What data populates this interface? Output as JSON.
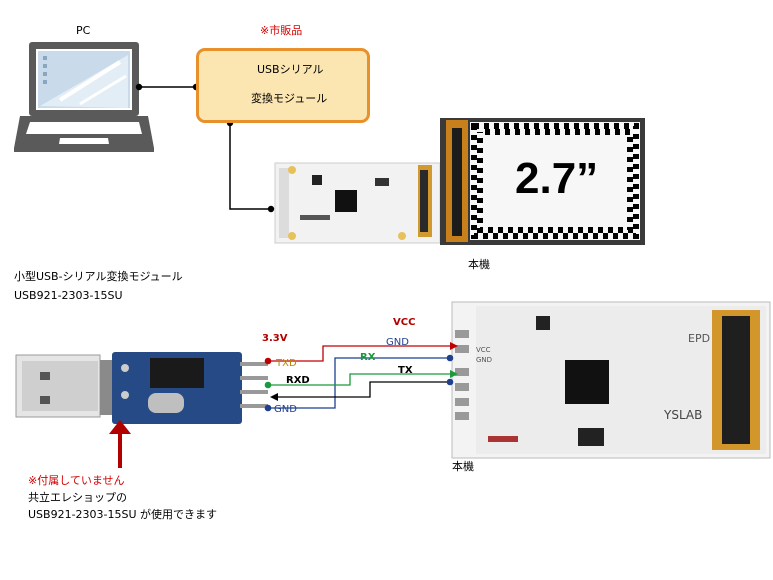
{
  "pc_label": "PC",
  "commercial_note": "※市販品",
  "usb_module": {
    "line1": "USBシリアル",
    "line2": "変換モジュール"
  },
  "epd_size": "2.7”",
  "main_unit_label_top": "本機",
  "small_module": {
    "line1": "小型USB-シリアル変換モジュール",
    "line2": "USB921-2303-15SU"
  },
  "pins": {
    "v33": "3.3V",
    "txd": "TXD",
    "rxd": "RXD",
    "gnd": "GND"
  },
  "wires": {
    "vcc": "VCC",
    "gnd": "GND",
    "rx": "RX",
    "tx": "TX"
  },
  "main_unit_label_bottom": "本機",
  "notes": {
    "line1": "※付属していません",
    "line2": "共立エレショップの",
    "line3": "USB921-2303-15SU が使用できます"
  },
  "board_text": {
    "epd": "EPD",
    "yslab": "YSLAB",
    "vcc": "VCC",
    "gnd": "GND"
  },
  "colors": {
    "accent_red": "#d40000",
    "rx_green": "#1a9a3c",
    "tx_blue": "#1f3f8f",
    "box_fill": "#fbe6b2",
    "box_border": "#e8902a"
  }
}
